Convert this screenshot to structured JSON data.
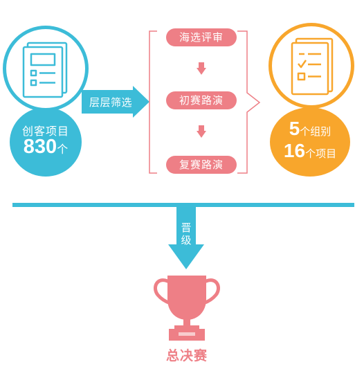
{
  "source": {
    "label": "创客项目",
    "count": "830",
    "unit": "个",
    "icon": "document-list-icon"
  },
  "filter": {
    "label": "层层筛选"
  },
  "stages": [
    {
      "label": "海选评审"
    },
    {
      "label": "初赛路演"
    },
    {
      "label": "复赛路演"
    }
  ],
  "result": {
    "groups_num": "5",
    "groups_text": "个组别",
    "projects_num": "16",
    "projects_text": "个项目",
    "icon": "checklist-icon"
  },
  "promote": {
    "label_1": "晋",
    "label_2": "级"
  },
  "final": {
    "label": "总决赛",
    "icon": "trophy-icon"
  },
  "colors": {
    "blue": "#3cbcd8",
    "orange": "#f8a62c",
    "pink": "#ee7f86",
    "gray": "#b4b4b4"
  }
}
